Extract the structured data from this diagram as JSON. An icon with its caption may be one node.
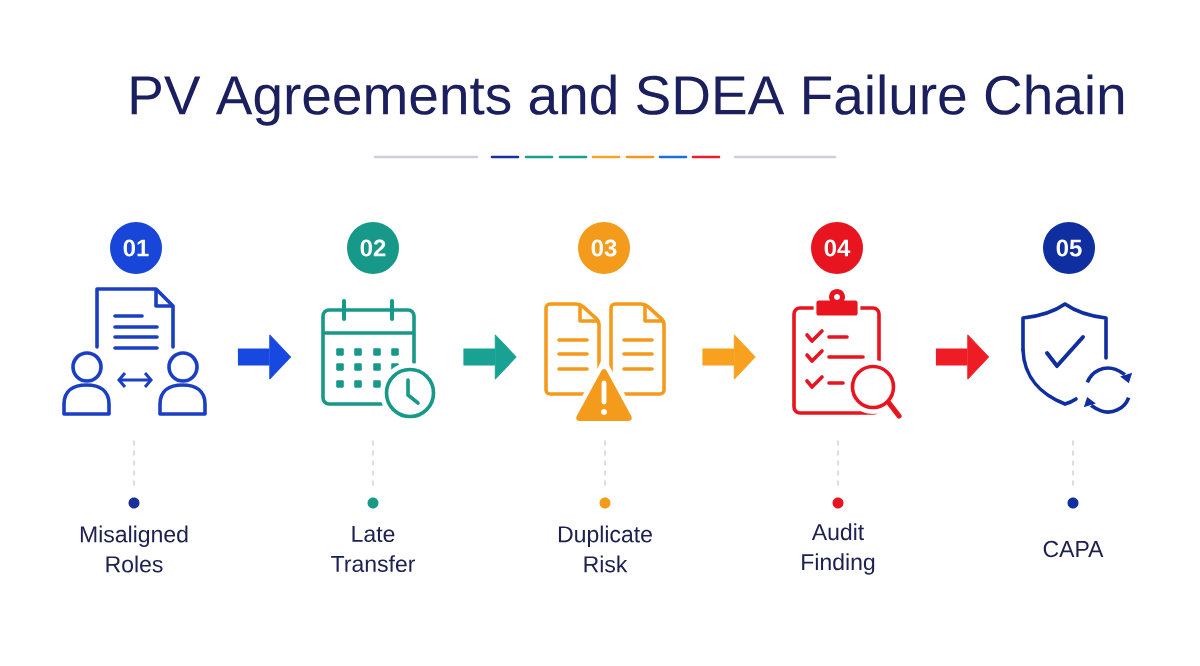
{
  "diagram": {
    "title": "PV Agreements and SDEA Failure Chain",
    "nodes": [
      {
        "text": [
          "01"
        ]
      },
      {
        "text": [],
        "shape": "picture"
      },
      {
        "text": [],
        "shape": "circle",
        "beside": [
          "Misaligned Roles"
        ]
      },
      {
        "text": [
          "02"
        ]
      },
      {
        "text": [],
        "shape": "picture"
      },
      {
        "text": [],
        "shape": "circle",
        "beside": [
          "Late Transfer"
        ]
      },
      {
        "text": [
          "03"
        ]
      },
      {
        "text": [],
        "shape": "picture"
      },
      {
        "text": [],
        "shape": "circle",
        "beside": [
          "Duplicate Risk"
        ]
      },
      {
        "text": [
          "04"
        ]
      },
      {
        "text": [],
        "shape": "picture"
      },
      {
        "text": [],
        "shape": "circle",
        "beside": [
          "Audit Finding"
        ]
      },
      {
        "text": [
          "05"
        ]
      },
      {
        "text": [],
        "shape": "picture"
      },
      {
        "text": [],
        "shape": "circle",
        "beside": [
          "CAPA"
        ]
      }
    ],
    "edges": [
      {
        "from": 1,
        "to": 4,
        "arrow": "to",
        "style": "thick",
        "color": "#1748e0"
      },
      {
        "from": 4,
        "to": 7,
        "arrow": "to",
        "style": "thick",
        "color": "#19a293"
      },
      {
        "from": 7,
        "to": 10,
        "arrow": "to",
        "style": "thick",
        "color": "#f7a11e"
      },
      {
        "from": 10,
        "to": 13,
        "arrow": "to",
        "style": "thick",
        "color": "#ee1d25"
      },
      {
        "from": 1,
        "to": 2,
        "arrow": "none",
        "style": "dashed"
      },
      {
        "from": 4,
        "to": 5,
        "arrow": "none",
        "style": "dashed"
      },
      {
        "from": 7,
        "to": 8,
        "arrow": "none",
        "style": "dashed"
      },
      {
        "from": 10,
        "to": 11,
        "arrow": "none",
        "style": "dashed"
      },
      {
        "from": 13,
        "to": 14,
        "arrow": "none",
        "style": "dashed"
      }
    ]
  }
}
